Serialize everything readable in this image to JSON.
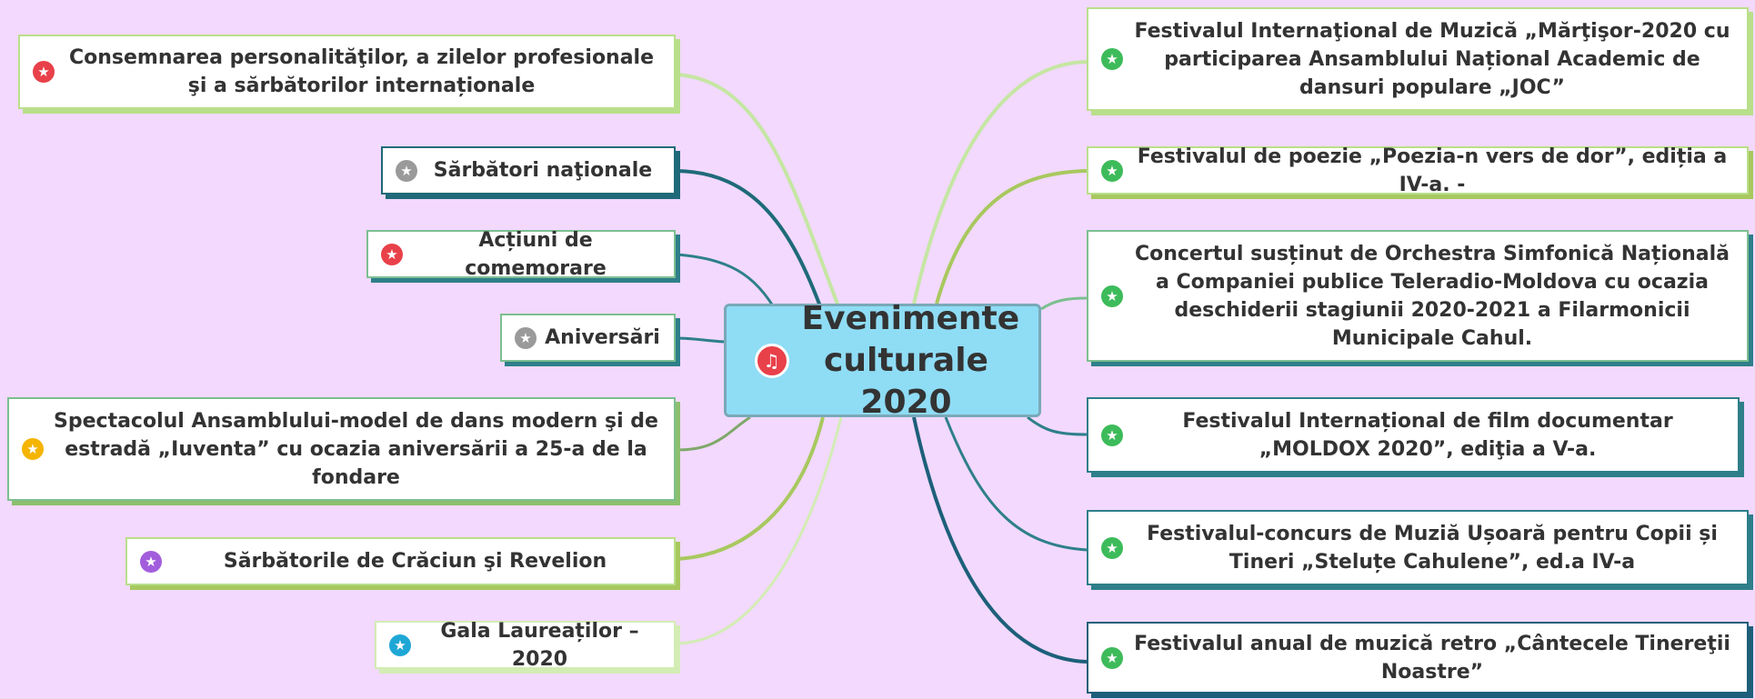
{
  "central_topic": {
    "title": "Evenimente culturale 2020",
    "icon": "music-icon",
    "color": "#8fdcf5"
  },
  "left_branches": [
    {
      "label": "Consemnarea personalităţilor, a zilelor profesionale şi a sărbătorilor internaționale",
      "icon": "star-icon",
      "icon_color": "#e8414a"
    },
    {
      "label": "Sărbători naţionale",
      "icon": "star-icon",
      "icon_color": "#9a9a9a"
    },
    {
      "label": "Acțiuni de comemorare",
      "icon": "star-icon",
      "icon_color": "#e8414a"
    },
    {
      "label": "Aniversări",
      "icon": "star-icon",
      "icon_color": "#9a9a9a"
    },
    {
      "label": "Spectacolul Ansamblului-model de dans modern şi de estradă „Iuventa” cu ocazia aniversării a 25-a de la fondare",
      "icon": "star-icon",
      "icon_color": "#f4b400"
    },
    {
      "label": "Sărbătorile de Crăciun şi Revelion",
      "icon": "star-icon",
      "icon_color": "#a25ddc"
    },
    {
      "label": "Gala Laureaților – 2020",
      "icon": "star-icon",
      "icon_color": "#1ea7d6"
    }
  ],
  "right_branches": [
    {
      "label": "Festivalul Internaţional de Muzică „Mărţişor-2020 cu participarea Ansamblului Național Academic de dansuri populare „JOC”",
      "icon": "star-icon",
      "icon_color": "#3dbb5a"
    },
    {
      "label": "Festivalul de poezie „Poezia-n vers de dor”, ediția a IV-a. -",
      "icon": "star-icon",
      "icon_color": "#3dbb5a"
    },
    {
      "label": "Concertul susținut de Orchestra Simfonică Națională a Companiei publice Teleradio-Moldova cu ocazia deschiderii stagiunii 2020-2021 a Filarmonicii Municipale Cahul.",
      "icon": "star-icon",
      "icon_color": "#3dbb5a"
    },
    {
      "label": "Festivalul Internațional de film documentar „MOLDOX 2020”, ediţia a V-a.",
      "icon": "star-icon",
      "icon_color": "#3dbb5a"
    },
    {
      "label": "Festivalul-concurs de Muziă Ușoară pentru Copii și Tineri „Steluțe Cahulene”, ed.a IV-a",
      "icon": "star-icon",
      "icon_color": "#3dbb5a"
    },
    {
      "label": "Festivalul anual de muzică retro „Cântecele Tinereţii Noastre”",
      "icon": "star-icon",
      "icon_color": "#3dbb5a"
    }
  ],
  "colors": {
    "background": "#f2d9fd",
    "branch_light_green": "#bfe29a",
    "branch_teal": "#1f6a79",
    "branch_olive": "#a8c85f"
  }
}
